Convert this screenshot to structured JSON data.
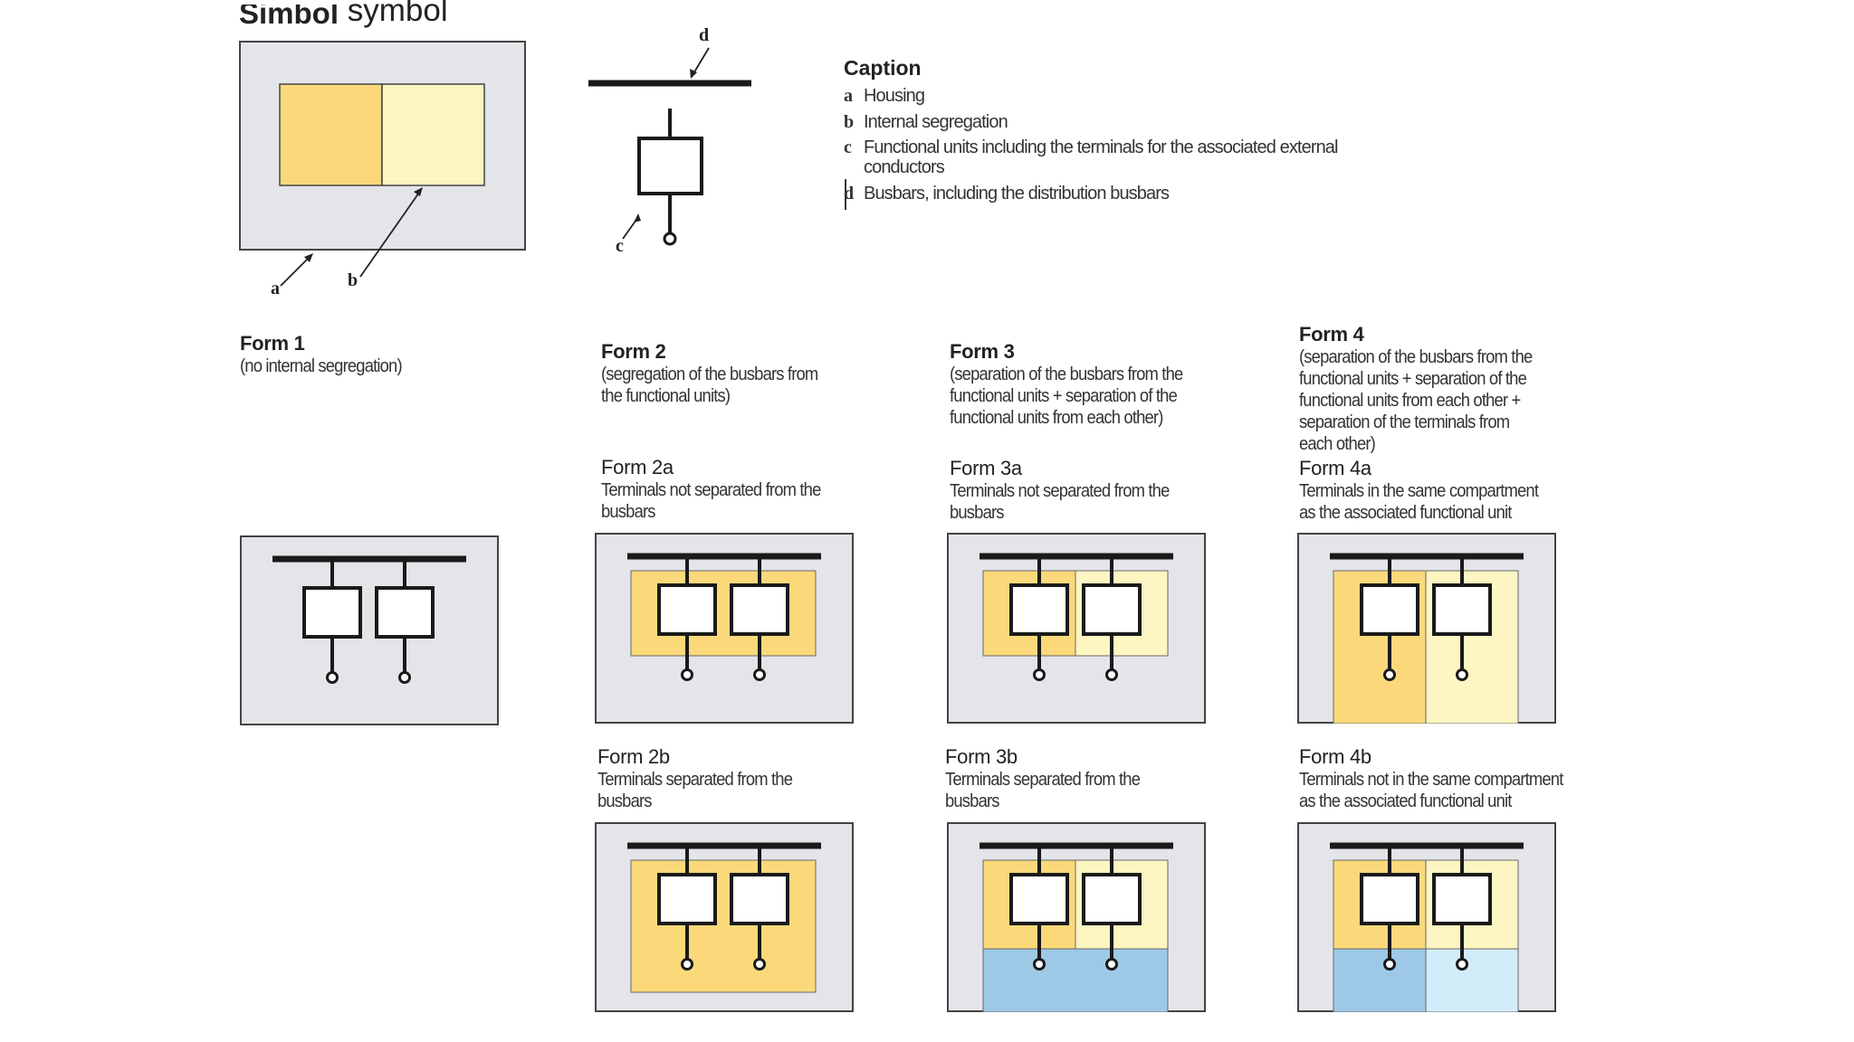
{
  "header": {
    "cut_word": "Simbol",
    "title": "symbol"
  },
  "legend": {
    "labels": {
      "a": "a",
      "b": "b",
      "c": "c",
      "d": "d"
    }
  },
  "caption": {
    "title": "Caption",
    "items": [
      {
        "key": "a",
        "text": "Housing"
      },
      {
        "key": "b",
        "text": "Internal segregation"
      },
      {
        "key": "c",
        "text": "Functional units including the terminals for the associated external",
        "text2": "conductors"
      },
      {
        "key": "d",
        "text": "Busbars, including the distribution busbars"
      }
    ]
  },
  "forms": {
    "form1": {
      "title": "Form 1",
      "desc": "(no internal segregation)"
    },
    "form2": {
      "title": "Form 2",
      "desc1": "(segregation of the busbars from",
      "desc2": "the functional units)"
    },
    "form3": {
      "title": "Form 3",
      "desc1": "(separation of the busbars from the",
      "desc2": "functional units + separation of the",
      "desc3": "functional units from each other)"
    },
    "form4": {
      "title": "Form 4",
      "desc1": "(separation of the busbars from the",
      "desc2": "functional units + separation of the",
      "desc3": "functional units from each other +",
      "desc4": "separation of the terminals from",
      "desc5": "each other)"
    },
    "form2a": {
      "title": "Form 2a",
      "desc1": "Terminals not separated from the",
      "desc2": "busbars"
    },
    "form3a": {
      "title": "Form 3a",
      "desc1": "Terminals not separated from the",
      "desc2": "busbars"
    },
    "form4a": {
      "title": "Form 4a",
      "desc1": "Terminals in the same compartment",
      "desc2": "as the associated functional unit"
    },
    "form2b": {
      "title": "Form 2b",
      "desc1": "Terminals separated from the",
      "desc2": "busbars"
    },
    "form3b": {
      "title": "Form 3b",
      "desc1": "Terminals separated from the",
      "desc2": "busbars"
    },
    "form4b": {
      "title": "Form 4b",
      "desc1": "Terminals not in the same compartment",
      "desc2": "as the associated functional unit"
    }
  },
  "colors": {
    "housing": "#e4e5e9",
    "segregation_dark": "#fbd97a",
    "segregation_light": "#fdf5c2",
    "terminal_blue": "#9ec9e6",
    "terminal_light_blue": "#d2edf9",
    "line": "#1a1a1a"
  }
}
